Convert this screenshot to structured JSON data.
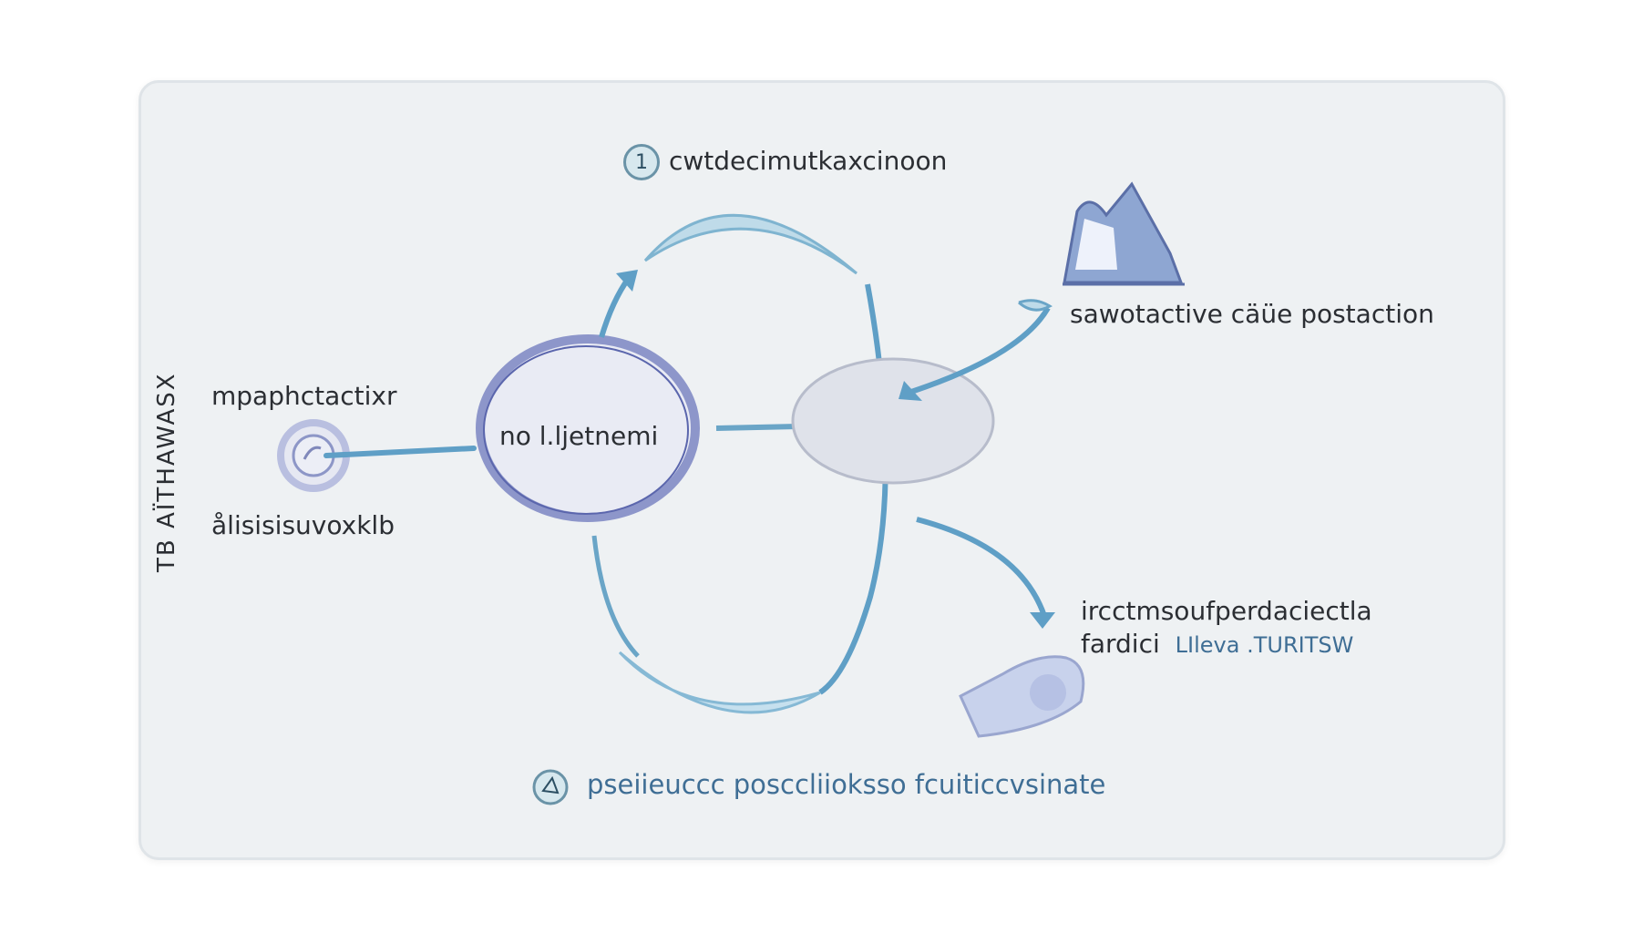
{
  "diagram": {
    "top": {
      "badge": "1",
      "label": "cwtdecimutkaxcinoon"
    },
    "left_vertical": "TB AÏTHAWASX",
    "left_top_label": "mpaphctactixr",
    "left_bottom_label": "ålisisisuvoxklb",
    "center_label": "no l.ljetnemi",
    "right_top_label": "sawotactive cäüe postaction",
    "right_bottom_line1": "ircctmsoufperdaciectla",
    "right_bottom_line2_dark": "fardici",
    "right_bottom_line2_blue": "LIleva .TURITSW",
    "bottom_label": "pseiieuccc posccliioksso fcuiticcvsinate",
    "colors": {
      "panel": "#eef1f3",
      "arrow_blue": "#6aa5c7",
      "circle_purple": "#6b77b8",
      "text_blue": "#3f6e95"
    },
    "icons": [
      "target-icon",
      "mountain-icon",
      "flag-icon",
      "pin-icon"
    ]
  }
}
